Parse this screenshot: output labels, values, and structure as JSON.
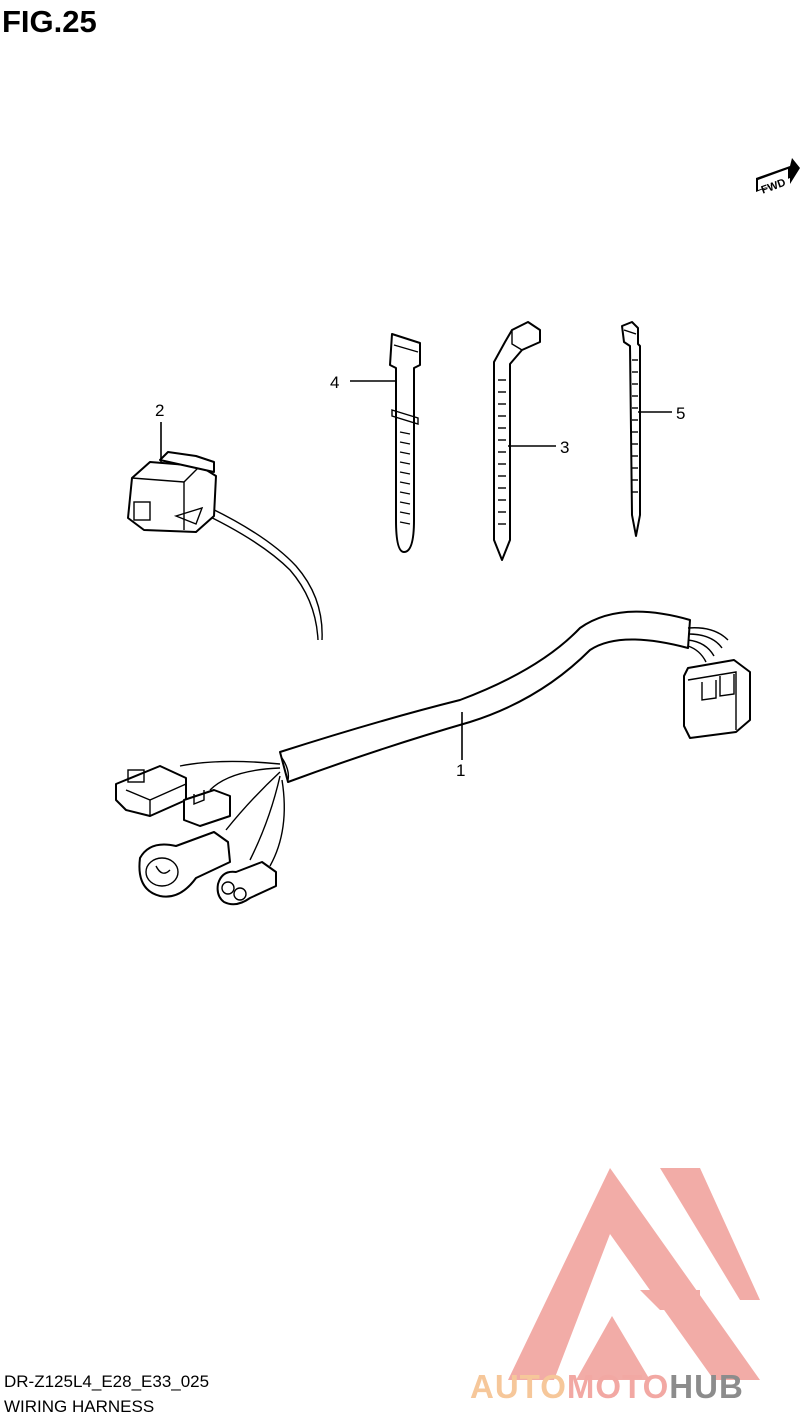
{
  "figure": {
    "title": "FIG.25"
  },
  "fwd_badge": {
    "label": "FWD",
    "icon": "fwd-arrow-icon"
  },
  "callouts": [
    {
      "number": "1",
      "part": "wiring-harness"
    },
    {
      "number": "2",
      "part": "connector-with-lead"
    },
    {
      "number": "3",
      "part": "bent-clamp-tie"
    },
    {
      "number": "4",
      "part": "band-clamp"
    },
    {
      "number": "5",
      "part": "cable-tie"
    }
  ],
  "footer": {
    "code": "DR-Z125L4_E28_E33_025",
    "name": "WIRING HARNESS"
  },
  "watermark": {
    "part1": "AUTO",
    "part2": "MOTO",
    "part3": "HUB",
    "colors": {
      "auto": "#f6c79a",
      "moto": "#f2a8a3",
      "hub": "#8c8c8c",
      "logo": "#f2a8a3"
    },
    "icon": "automotohub-triangle-logo"
  }
}
